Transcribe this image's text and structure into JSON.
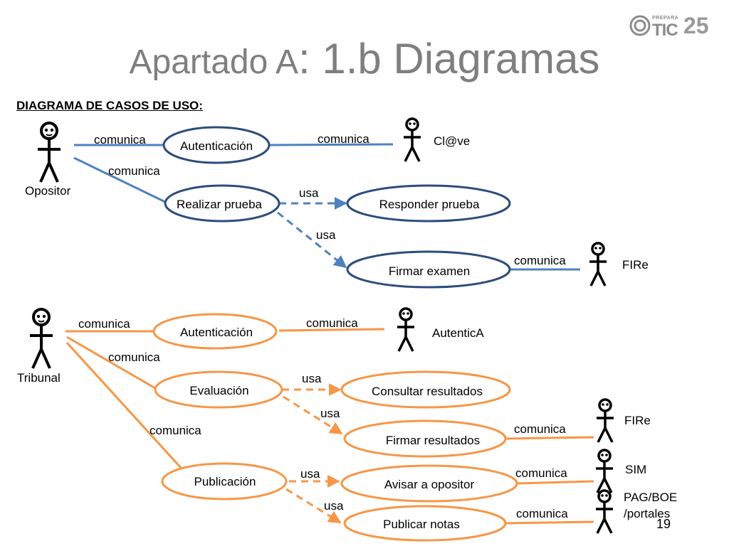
{
  "title": {
    "part1": "Apartado A",
    "part2": ": 1.b Diagramas"
  },
  "subtitle": "DIAGRAMA DE CASOS DE USO:",
  "logo": {
    "prepara": "PREPARA",
    "tic": "TIC",
    "num": "25"
  },
  "page_number": "19",
  "colors": {
    "blue_line": "#4f81bd",
    "blue_border": "#2c4c7c",
    "orange": "#f79646",
    "title": "#7f7f7f"
  },
  "actors": [
    {
      "id": "opositor",
      "label": "Opositor"
    },
    {
      "id": "clave",
      "label": "Cl@ve"
    },
    {
      "id": "fire1",
      "label": "FIRe"
    },
    {
      "id": "tribunal",
      "label": "Tribunal"
    },
    {
      "id": "autentica",
      "label": "AutenticA"
    },
    {
      "id": "fire2",
      "label": "FIRe"
    },
    {
      "id": "sim",
      "label": "SIM"
    },
    {
      "id": "pagboe",
      "label": "PAG/BOE",
      "label2": "/portales"
    }
  ],
  "use_cases": [
    {
      "id": "autenticacion1",
      "label": "Autenticación"
    },
    {
      "id": "realizar",
      "label": "Realizar prueba"
    },
    {
      "id": "responder",
      "label": "Responder prueba"
    },
    {
      "id": "firmar_examen",
      "label": "Firmar examen"
    },
    {
      "id": "autenticacion2",
      "label": "Autenticación"
    },
    {
      "id": "evaluacion",
      "label": "Evaluación"
    },
    {
      "id": "consultar",
      "label": "Consultar resultados"
    },
    {
      "id": "firmar_resultados",
      "label": "Firmar resultados"
    },
    {
      "id": "publicacion",
      "label": "Publicación"
    },
    {
      "id": "avisar",
      "label": "Avisar a opositor"
    },
    {
      "id": "publicar",
      "label": "Publicar notas"
    }
  ],
  "relations": [
    {
      "label": "comunica"
    },
    {
      "label": "comunica"
    },
    {
      "label": "comunica"
    },
    {
      "label": "usa"
    },
    {
      "label": "usa"
    },
    {
      "label": "comunica"
    },
    {
      "label": "comunica"
    },
    {
      "label": "comunica"
    },
    {
      "label": "comunica"
    },
    {
      "label": "comunica"
    },
    {
      "label": "usa"
    },
    {
      "label": "usa"
    },
    {
      "label": "comunica"
    },
    {
      "label": "usa"
    },
    {
      "label": "usa"
    },
    {
      "label": "comunica"
    },
    {
      "label": "comunica"
    }
  ]
}
